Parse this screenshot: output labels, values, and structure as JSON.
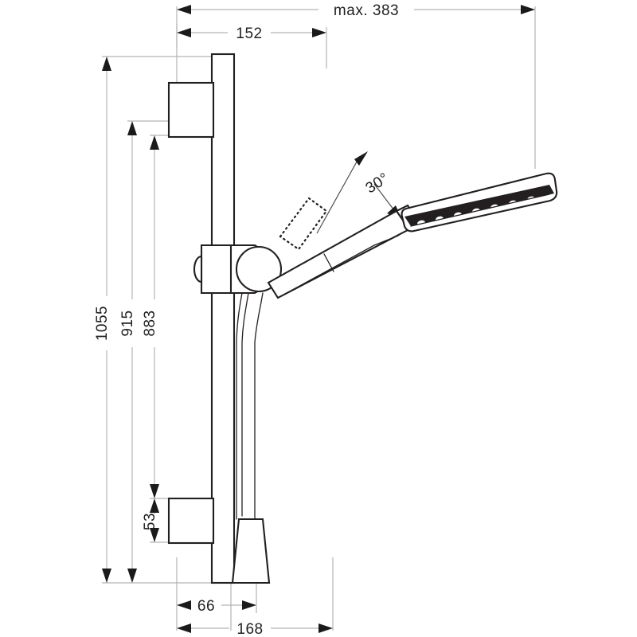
{
  "drawing": {
    "title": "Shower rail set technical dimension drawing",
    "units": "mm",
    "line_color": "#231f20",
    "dimension_color": "#b3b3b3",
    "background": "#ffffff"
  },
  "dimensions": {
    "max_reach": {
      "label": "max. 383",
      "value": 383,
      "orientation": "horizontal",
      "position": "top"
    },
    "bracket_projection": {
      "label": "152",
      "value": 152,
      "orientation": "horizontal",
      "position": "top"
    },
    "rail_overall_height": {
      "label": "1055",
      "value": 1055,
      "orientation": "vertical",
      "position": "left"
    },
    "upper_bracket_height": {
      "label": "915",
      "value": 915,
      "orientation": "vertical",
      "position": "left"
    },
    "slider_height": {
      "label": "883",
      "value": 883,
      "orientation": "vertical",
      "position": "left"
    },
    "lower_bracket_height": {
      "label": "53",
      "value": 53,
      "orientation": "vertical",
      "position": "left"
    },
    "base_projection": {
      "label": "66",
      "value": 66,
      "orientation": "horizontal",
      "position": "bottom"
    },
    "overall_depth": {
      "label": "168",
      "value": 168,
      "orientation": "horizontal",
      "position": "bottom"
    },
    "tilt_angle": {
      "label": "30°",
      "value": 30,
      "orientation": "angular",
      "position": "center"
    }
  },
  "parts": {
    "rail": "shower-rail",
    "upper_bracket": "upper-wall-bracket",
    "lower_bracket": "lower-wall-bracket",
    "slider": "slider-holder",
    "slider_lever": "slider-release-lever",
    "handshower": "hand-shower",
    "spray_face": "spray-face",
    "hose": "shower-hose",
    "hose_cone": "hose-connector-cone",
    "swivel_range": "swivel-range-indicator"
  }
}
